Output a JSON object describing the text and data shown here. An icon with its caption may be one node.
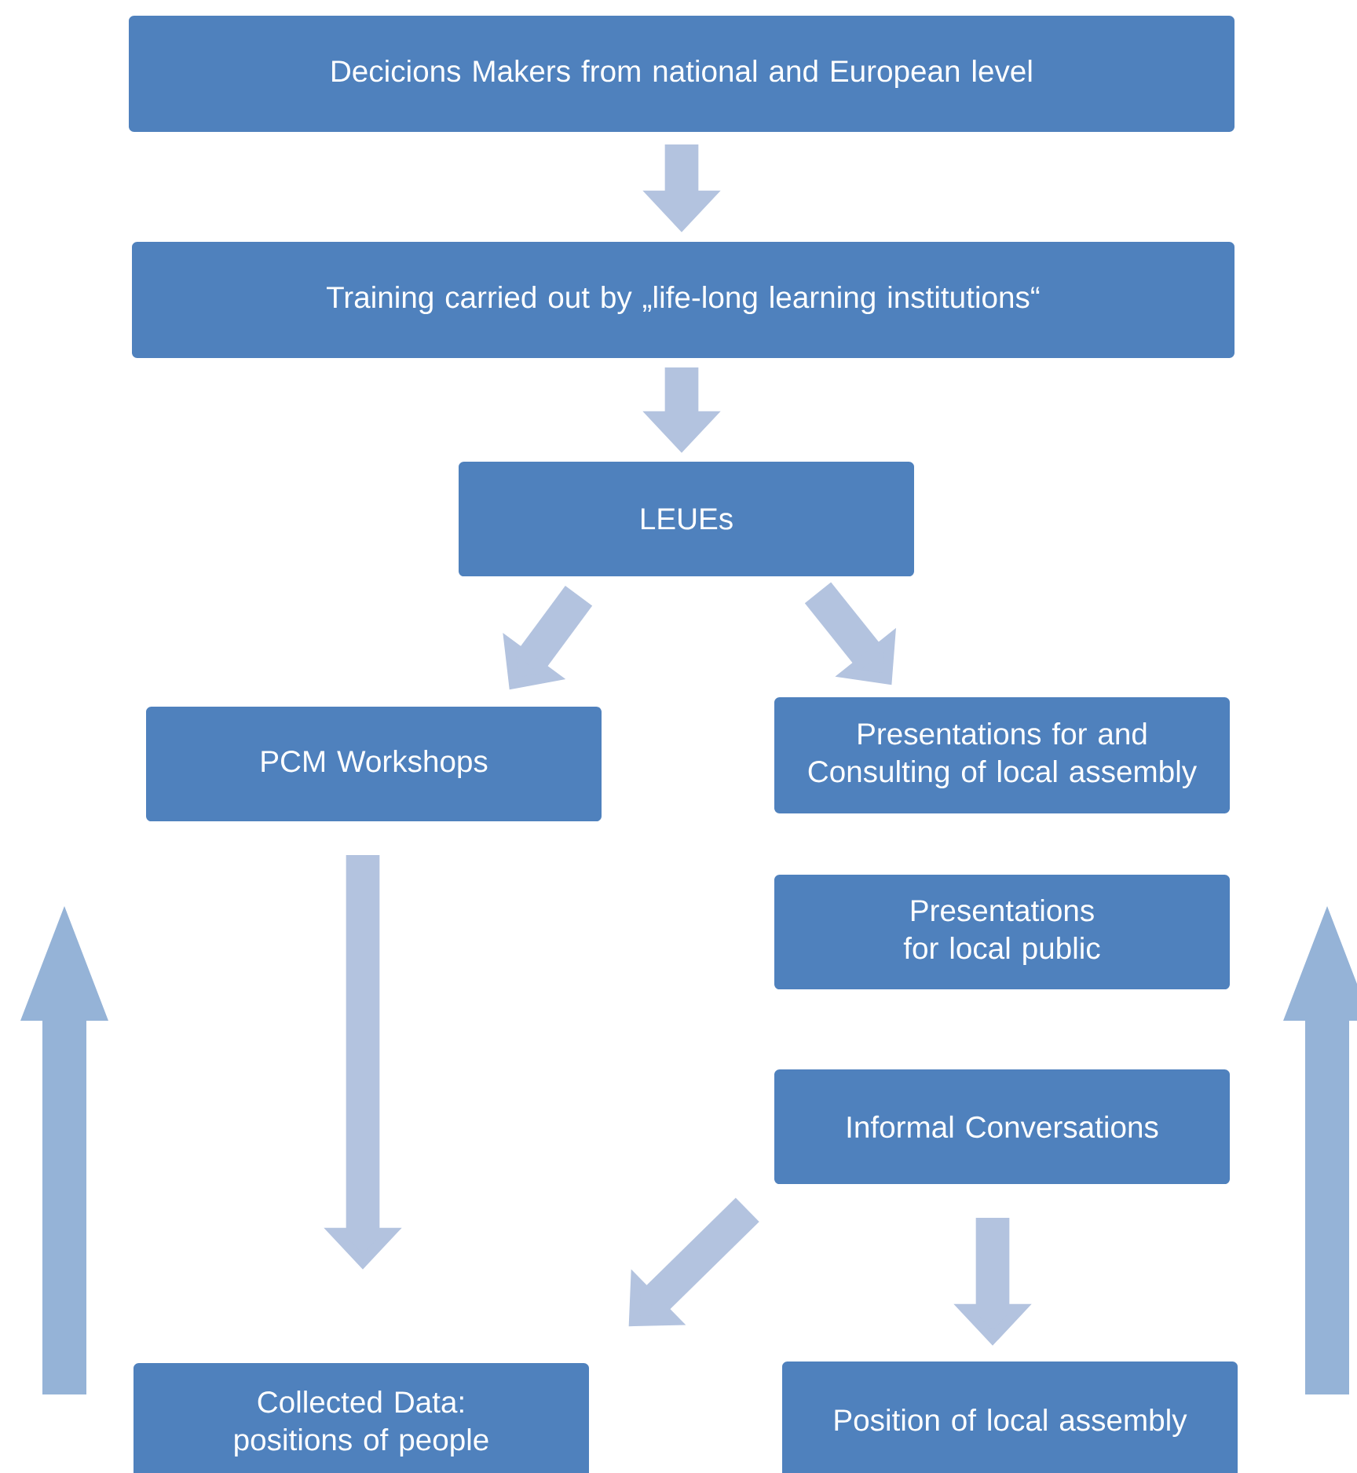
{
  "diagram": {
    "nodes": [
      {
        "text": [
          "Decicions Makers from national and European level"
        ]
      },
      {
        "text": [
          "Training carried out by „life-long learning institutions“"
        ]
      },
      {
        "text": [
          "LEUEs"
        ]
      },
      {
        "text": [
          "PCM Workshops"
        ]
      },
      {
        "text": [
          "Presentations for and Consulting of local assembly"
        ]
      },
      {
        "text": [
          "Presentations for local public"
        ]
      },
      {
        "text": [
          "Informal Conversations"
        ]
      },
      {
        "text": [
          "Collected Data: positions of people"
        ]
      },
      {
        "text": [
          "Position  of local assembly"
        ]
      }
    ],
    "edges": [
      {
        "from": 0,
        "to": 1,
        "arrow": "to"
      },
      {
        "from": 1,
        "to": 2,
        "arrow": "to"
      },
      {
        "from": 2,
        "to": 3,
        "arrow": "to"
      },
      {
        "from": 2,
        "to": 4,
        "arrow": "to"
      },
      {
        "from": 3,
        "to": 7,
        "arrow": "to"
      },
      {
        "from": 6,
        "to": 7,
        "arrow": "to"
      },
      {
        "from": 6,
        "to": 8,
        "arrow": "to"
      }
    ]
  }
}
